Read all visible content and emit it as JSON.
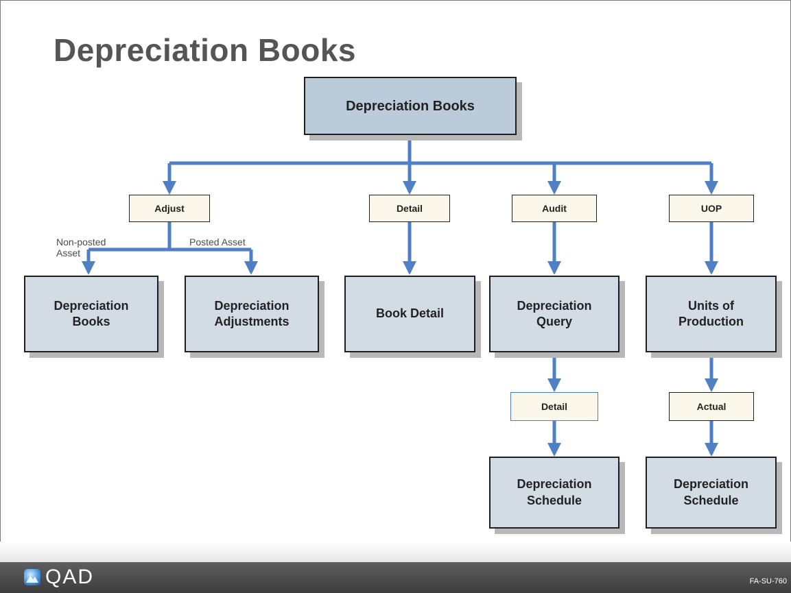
{
  "title": "Depreciation Books",
  "root": {
    "label": "Depreciation Books"
  },
  "actions": [
    {
      "label": "Adjust"
    },
    {
      "label": "Detail"
    },
    {
      "label": "Audit"
    },
    {
      "label": "UOP"
    }
  ],
  "edge_labels": {
    "non_posted": "Non-posted\nAsset",
    "posted": "Posted Asset"
  },
  "screens": {
    "depreciation_books": "Depreciation\nBooks",
    "depreciation_adjustments": "Depreciation\nAdjustments",
    "book_detail": "Book Detail",
    "depreciation_query": "Depreciation\nQuery",
    "units_of_production": "Units of\nProduction"
  },
  "sub_actions": {
    "query_detail": "Detail",
    "uop_actual": "Actual"
  },
  "schedules": {
    "query_schedule": "Depreciation\nSchedule",
    "uop_schedule": "Depreciation\nSchedule"
  },
  "footer": {
    "logo_text": "QAD",
    "slide_code": "FA-SU-760"
  },
  "colors": {
    "connector": "#4f7fc4",
    "box_fill": "#d3dce5",
    "label_fill": "#fbf7ea",
    "footer_bar": "#4a4a4a"
  }
}
